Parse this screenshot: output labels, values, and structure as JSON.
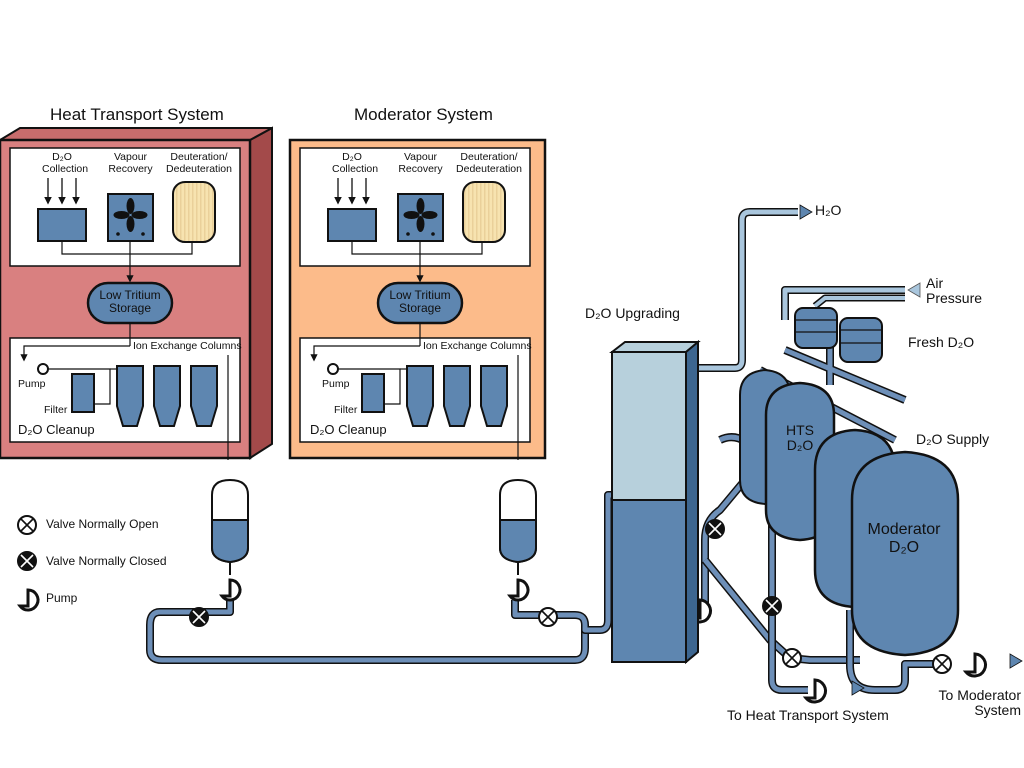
{
  "heat_transport": {
    "title": "Heat Transport System",
    "d2o_collection": [
      "D₂O",
      "Collection"
    ],
    "vapour_recovery": [
      "Vapour",
      "Recovery"
    ],
    "deuteration": [
      "Deuteration/",
      "Dedeuteration"
    ],
    "storage": [
      "Low Tritium",
      "Storage"
    ],
    "ion_exchange": "Ion Exchange Columns",
    "pump": "Pump",
    "filter": "Filter",
    "cleanup": "D₂O Cleanup"
  },
  "moderator": {
    "title": "Moderator System",
    "d2o_collection": [
      "D₂O",
      "Collection"
    ],
    "vapour_recovery": [
      "Vapour",
      "Recovery"
    ],
    "deuteration": [
      "Deuteration/",
      "Dedeuteration"
    ],
    "storage": [
      "Low Tritium",
      "Storage"
    ],
    "ion_exchange": "Ion Exchange Columns",
    "pump": "Pump",
    "filter": "Filter",
    "cleanup": "D₂O Cleanup"
  },
  "legend": {
    "valve_open": "Valve Normally Open",
    "valve_closed": "Valve Normally Closed",
    "pump": "Pump"
  },
  "upgrading": "D₂O Upgrading",
  "h2o": "H₂O",
  "air_pressure": [
    "Air",
    "Pressure"
  ],
  "fresh_d2o": "Fresh D₂O",
  "d2o_supply": "D₂O Supply",
  "hts_tank": [
    "HTS",
    "D₂O"
  ],
  "moderator_tank": [
    "Moderator",
    "D₂O"
  ],
  "to_hts": "To Heat Transport System",
  "to_moderator": [
    "To Moderator",
    "System"
  ],
  "colors": {
    "hts_box": "#d98080",
    "moderator_box": "#fcbb8a",
    "equipment": "#5e86b0",
    "equipment_light": "#a9c6dd",
    "pipe": "#5e86b0",
    "tank_beige": "#f7e3b0"
  }
}
